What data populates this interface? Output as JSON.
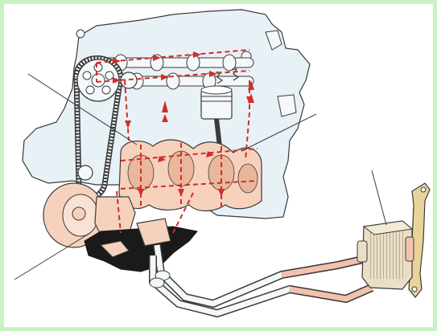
{
  "diagram": {
    "colors": {
      "border": "#c8f2c4",
      "engine_fill": "#e8f1f5",
      "outline": "#3a3a3a",
      "oil_flow": "#d42b2b",
      "flesh": "#f6d2bd",
      "flesh_dark": "#e9b79c",
      "cooler_fill": "#eadfc6",
      "bracket_fill": "#e8d39a",
      "sump_fill": "#1a1a1a",
      "hose_fill": "#f1c3ae"
    },
    "components": [
      "engine-block",
      "timing-belt",
      "camshaft",
      "piston",
      "crankshaft",
      "oil-sump",
      "oil-pump",
      "oil-filter",
      "oil-cooler",
      "cooler-mounting-bracket",
      "oil-lines"
    ],
    "callout_leaders": [
      "leader-upper-left",
      "leader-upper-right",
      "leader-lower-left",
      "leader-right-cooler"
    ]
  }
}
